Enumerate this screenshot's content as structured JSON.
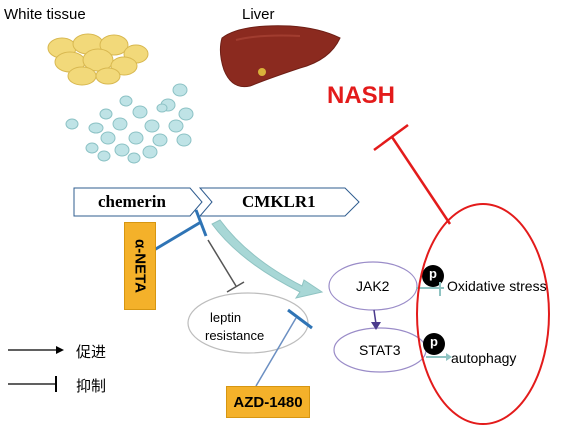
{
  "labels": {
    "white_tissue": "White tissue",
    "liver": "Liver",
    "nash": "NASH",
    "chemerin": "chemerin",
    "cmklr1": "CMKLR1",
    "alpha_neta": "α-NETA",
    "leptin_line1": "leptin",
    "leptin_line2": "resistance",
    "jak2": "JAK2",
    "stat3": "STAT3",
    "p1": "p",
    "p2": "p",
    "oxidative_stress": "Oxidative stress",
    "autophagy": "autophagy",
    "azd": "AZD-1480"
  },
  "legend": {
    "promote": "促进",
    "inhibit": "抑制"
  },
  "colors": {
    "red": "#e31b1b",
    "orange": "#f4b12a",
    "blue": "#2f74b5",
    "fat_cell": "#f2d97a",
    "small_cell": "#bfe3e6",
    "liver": "#8b2a1f",
    "teal_arrow": "#a8d7d6"
  }
}
